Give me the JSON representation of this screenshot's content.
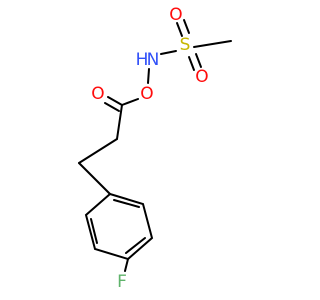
{
  "colors": {
    "bond": "#000000",
    "oxygen": "#ff0d0d",
    "nitrogen": "#3050f8",
    "sulfur": "#c6b700",
    "fluorine": "#5fb36b",
    "background": "#ffffff"
  },
  "atoms": {
    "s": "S",
    "o_sulfonyl_top": "O",
    "o_sulfonyl_bottom": "O",
    "nh": "H",
    "n": "N",
    "o_ester": "O",
    "o_carbonyl": "O",
    "f": "F"
  }
}
